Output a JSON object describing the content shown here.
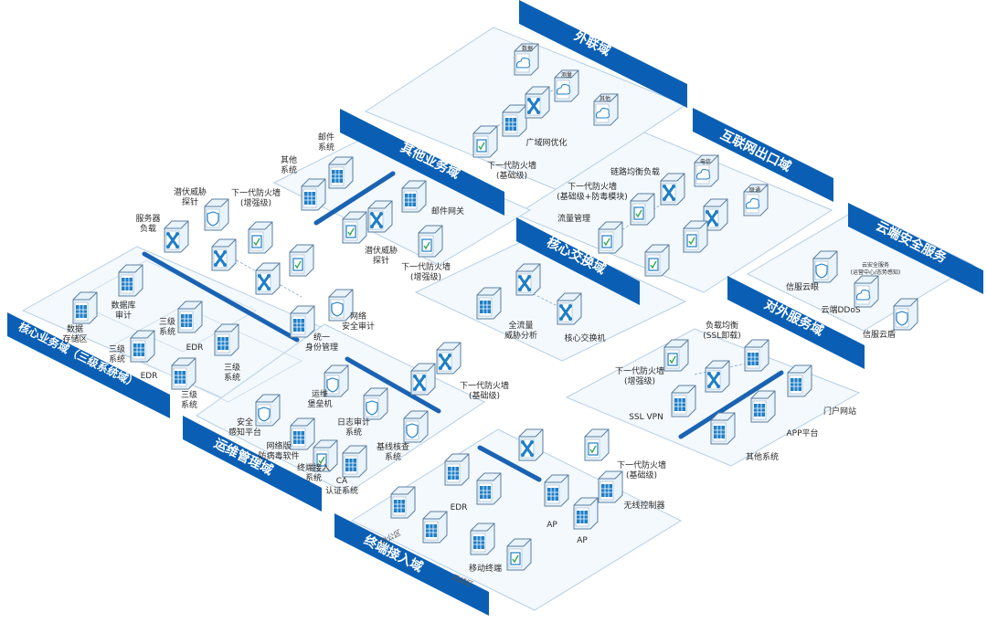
{
  "colors": {
    "accent": "#0a5fb4",
    "device": "#e9f3fb",
    "device_edge": "#5b7fa0",
    "zone_fill": "#f4f9fd",
    "zone_edge": "#b5cfe6",
    "icon": "#1e7fc8",
    "rail": "#1a63b3",
    "green": "#36a852"
  },
  "zones": {
    "wailian": "外联域",
    "hulian": "互联网出口域",
    "yunduan": "云端安全服务",
    "qita": "其他业务域",
    "hexinjiaohuan": "核心交换域",
    "duiwai": "对外服务域",
    "hexinyewu": "核心业务域（三级系统域）",
    "yunwei": "运维管理域",
    "zhongduan": "终端接入域"
  },
  "labels": {
    "wan_opt": "广域网优化",
    "ngfw_basic_top": "下一代防火墙\n(基础级)",
    "cloud_a": "数据",
    "cloud_b": "测量",
    "cloud_c": "其他",
    "link_lb": "链路均衡负载",
    "ngfw_av": "下一代防火墙\n(基础级+防毒模块)",
    "flow_mgmt": "流量管理",
    "isp_a": "电信",
    "isp_b": "联通",
    "cloud_eye": "信服云眼",
    "cloud_ddos": "云端DDoS",
    "cloud_shield": "信服云盾",
    "cloud_assess": "云安全服务\n(运营中心/态势感知)",
    "mail_sys": "邮件\n系统",
    "other_sys": "其他\n系统",
    "mail_gw": "邮件网关",
    "apt_probe_a": "潜伏威胁\n探针",
    "ngfw_enh_a": "下一代防火墙\n(增强级)",
    "core_sw": "核心交换机",
    "full_flow": "全流量\n威胁分析",
    "lb_ssl": "负载均衡\n(SSL卸载)",
    "ngfw_enh_b": "下一代防火墙\n(增强级)",
    "ssl_vpn": "SSL VPN",
    "portal": "门户网站",
    "app_platform": "APP平台",
    "other_systems": "其他系统",
    "server_lb": "服务器\n负载",
    "apt_probe_b": "潜伏威胁\n探针",
    "ngfw_enh_c": "下一代防火墙\n(增强级)",
    "net_audit": "网络\n安全审计",
    "unified_id": "统一\n身份管理",
    "db_audit": "数据库\n审计",
    "data_store": "数据\n存储区",
    "level3_a": "三级\n系统",
    "level3_b": "三级\n系统",
    "level3_c": "三级\n系统",
    "level3_d": "三级\n系统",
    "edr_a": "EDR",
    "edr_b": "EDR",
    "ngfw_basic_mid": "下一代防火墙\n(基础级)",
    "bastion": "运维\n堡垒机",
    "log_audit": "日志审计\n系统",
    "baseline": "基线核查\n系统",
    "sip": "安全\n感知平台",
    "av_net": "网络版\n防病毒软件",
    "nac": "终端接入\n系统",
    "ca": "CA\n认证系统",
    "ngfw_basic_bot": "下一代防火墙\n(基础级)",
    "wlan_ctrl": "无线控制器",
    "ap_a": "AP",
    "ap_b": "AP",
    "edr_c": "EDR",
    "mobile": "移动终端",
    "office_zone": "办公区",
    "wireless_zone": "无线区"
  }
}
